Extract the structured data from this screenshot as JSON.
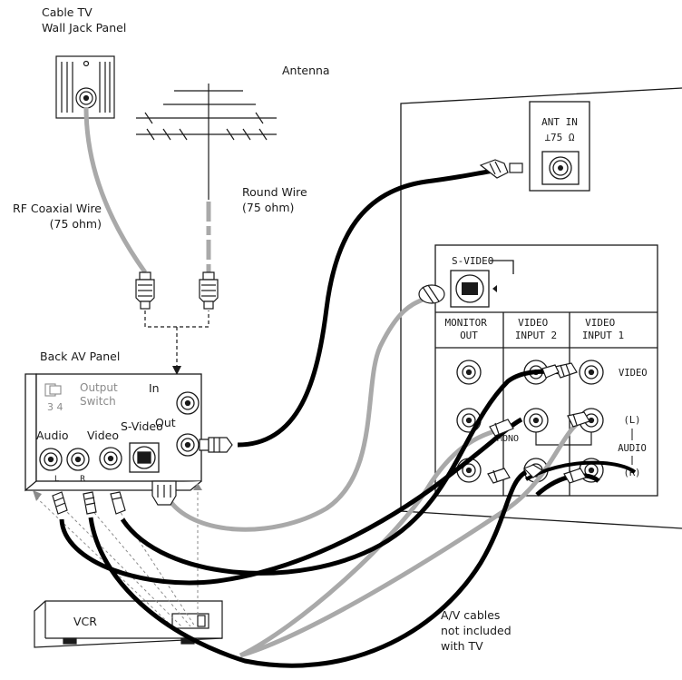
{
  "labels": {
    "cable_tv": "Cable TV\nWall Jack Panel",
    "antenna": "Antenna",
    "rf_coax": "RF Coaxial Wire\n(75 ohm)",
    "round_wire": "Round Wire\n(75 ohm)",
    "back_av_panel": "Back AV Panel",
    "vcr": "VCR",
    "av_cables_note": "A/V cables\nnot included\nwith TV"
  },
  "av_panel": {
    "output_switch": "Output\nSwitch",
    "channels": "3 4",
    "in": "In",
    "out": "Out",
    "audio": "Audio",
    "video": "Video",
    "svideo": "S-Video",
    "left": "L",
    "right": "R"
  },
  "tv_panel": {
    "ant_in": "ANT IN",
    "ohms": "⊥75 Ω",
    "svideo": "S-VIDEO",
    "monitor_out": "MONITOR\nOUT",
    "video_input_2": "VIDEO\nINPUT 2",
    "video_input_1": "VIDEO\nINPUT 1",
    "video": "VIDEO",
    "audio_l": "(L)",
    "audio": "AUDIO",
    "audio_r": "(R)",
    "mono": "MONO"
  },
  "colors": {
    "line": "#1a1a1a",
    "gray_cable": "#a9a9a9",
    "black_cable": "#000000",
    "faint": "#8a8a8a"
  }
}
